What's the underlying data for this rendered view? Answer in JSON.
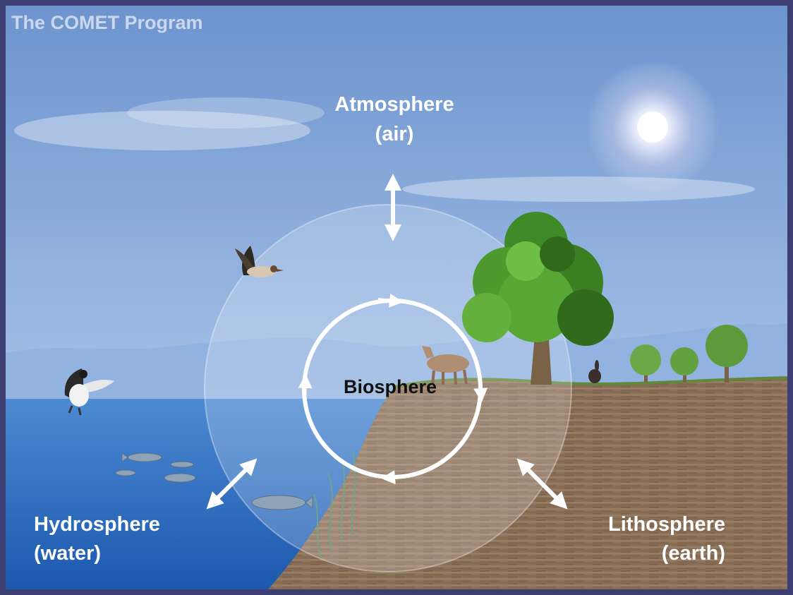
{
  "credit": "The COMET Program",
  "spheres": {
    "atmosphere": {
      "name": "Atmosphere",
      "note": "(air)"
    },
    "hydrosphere": {
      "name": "Hydrosphere",
      "note": "(water)"
    },
    "lithosphere": {
      "name": "Lithosphere",
      "note": "(earth)"
    },
    "biosphere": {
      "name": "Biosphere"
    }
  },
  "colors": {
    "sky_top": "#6f95cf",
    "sky_bottom": "#c2d4ee",
    "water": "#2f6fc0",
    "soil": "#8a6e55",
    "label_white": "#ffffff",
    "frame": "#3d3f72"
  },
  "icons": [
    "sun-icon",
    "tree-icon",
    "deer-icon",
    "duck-icon",
    "fish-icon",
    "rabbit-icon",
    "seaweed-icon"
  ]
}
